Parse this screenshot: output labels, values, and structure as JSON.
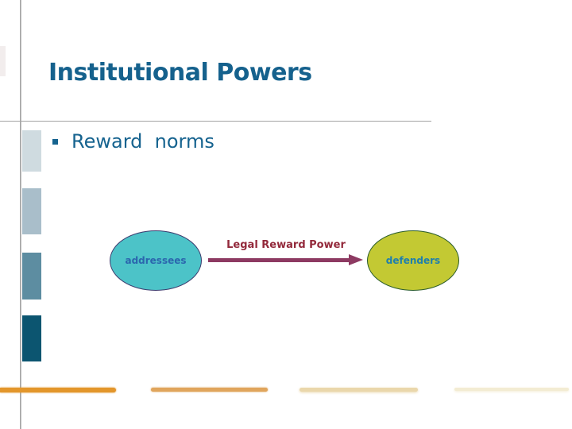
{
  "slide": {
    "title": "Institutional Powers",
    "bullet": "Reward  norms"
  },
  "diagram": {
    "left_node": {
      "label": "addressees"
    },
    "right_node": {
      "label": "defenders"
    },
    "arrow_label": "Legal Reward Power"
  },
  "colors": {
    "title_text": "#15618d",
    "bullet_text": "#16638f",
    "left_node_fill": "#4cc3c8",
    "left_node_border": "#3b3b6e",
    "left_node_text": "#2b66ae",
    "right_node_fill": "#c3c933",
    "right_node_border": "#2a5c2a",
    "right_node_text": "#1f7fad",
    "arrow": "#8d3a62",
    "arrow_label_text": "#93293b",
    "accent_bar_1": "#cfdbe0",
    "accent_bar_2": "#a9beca",
    "accent_bar_3": "#5d8da1",
    "accent_bar_4": "#0c5570",
    "bottom_bar_1": "#e3962b",
    "bottom_bar_2": "#e0a55c",
    "bottom_bar_3": "#ead7ab",
    "bottom_bar_4": "#f3ecd3",
    "guide_line": "#a3a3a3"
  }
}
